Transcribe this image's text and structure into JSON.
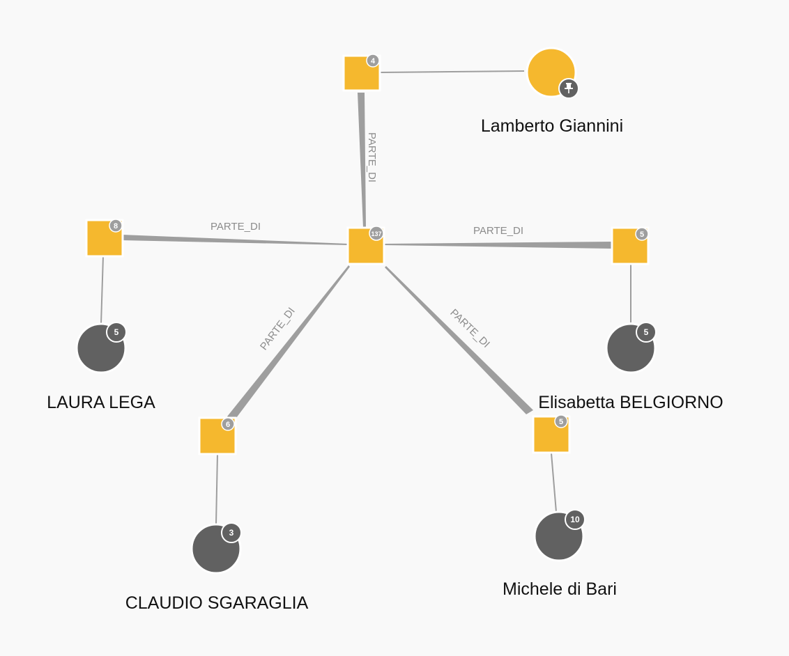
{
  "graph": {
    "colors": {
      "background": "#f9f9f9",
      "group_node": "#f5b82e",
      "person_node_pinned": "#f5b82e",
      "person_node": "#616161",
      "group_badge": "#9e9e9e",
      "person_badge": "#616161",
      "edge": "#9e9e9e"
    },
    "nodes": {
      "hub": {
        "badge": "137"
      },
      "group_top": {
        "badge": "4"
      },
      "group_left": {
        "badge": "8"
      },
      "group_right": {
        "badge": "5"
      },
      "group_bottom_left": {
        "badge": "6"
      },
      "group_bottom_right": {
        "badge": "5"
      },
      "person_lamberto": {
        "label": "Lamberto Giannini",
        "icon": "pin-icon"
      },
      "person_laura": {
        "label": "LAURA LEGA",
        "badge": "5"
      },
      "person_elisabetta": {
        "label": "Elisabetta BELGIORNO",
        "badge": "5"
      },
      "person_claudio": {
        "label": "CLAUDIO SGARAGLIA",
        "badge": "3"
      },
      "person_michele": {
        "label": "Michele di Bari",
        "badge": "10"
      }
    },
    "edges": {
      "hub_top": {
        "label": "PARTE_DI"
      },
      "hub_left": {
        "label": "PARTE_DI"
      },
      "hub_right": {
        "label": "PARTE_DI"
      },
      "hub_bottom_left": {
        "label": "PARTE_DI"
      },
      "hub_bottom_right": {
        "label": "PARTE_DI"
      }
    }
  }
}
